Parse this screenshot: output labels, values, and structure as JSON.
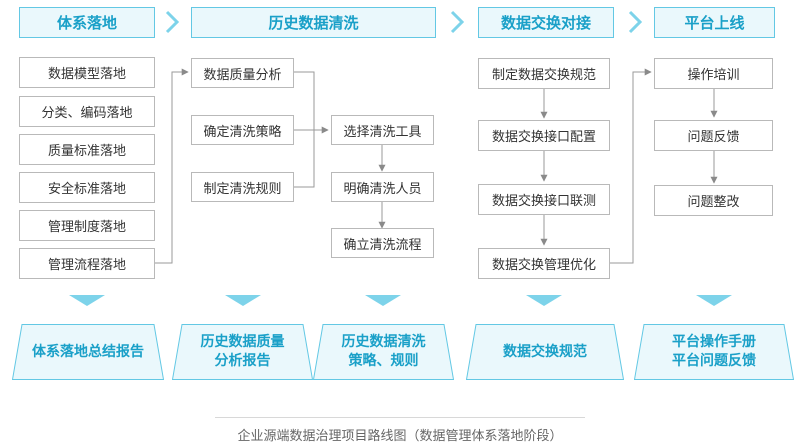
{
  "phases": [
    "体系落地",
    "历史数据清洗",
    "数据交换对接",
    "平台上线"
  ],
  "col1": [
    "数据模型落地",
    "分类、编码落地",
    "质量标准落地",
    "安全标准落地",
    "管理制度落地",
    "管理流程落地"
  ],
  "col2a": [
    "数据质量分析",
    "确定清洗策略",
    "制定清洗规则"
  ],
  "col2b": [
    "选择清洗工具",
    "明确清洗人员",
    "确立清洗流程"
  ],
  "col3": [
    "制定数据交换规范",
    "数据交换接口配置",
    "数据交换接口联测",
    "数据交换管理优化"
  ],
  "col4": [
    "操作培训",
    "问题反馈",
    "问题整改"
  ],
  "outputs": [
    {
      "line1": "体系落地总结报告",
      "line2": ""
    },
    {
      "line1": "历史数据质量",
      "line2": "分析报告"
    },
    {
      "line1": "历史数据清洗",
      "line2": "策略、规则"
    },
    {
      "line1": "数据交换规范",
      "line2": ""
    },
    {
      "line1": "平台操作手册",
      "line2": "平台问题反馈"
    }
  ],
  "caption": "企业源端数据治理项目路线图（数据管理体系落地阶段）",
  "colors": {
    "accent": "#1aa0c8",
    "accent_border": "#63c8e4",
    "accent_fill": "#eaf8fc",
    "line": "#9a9a9a",
    "box_border": "#b9b9b9"
  }
}
